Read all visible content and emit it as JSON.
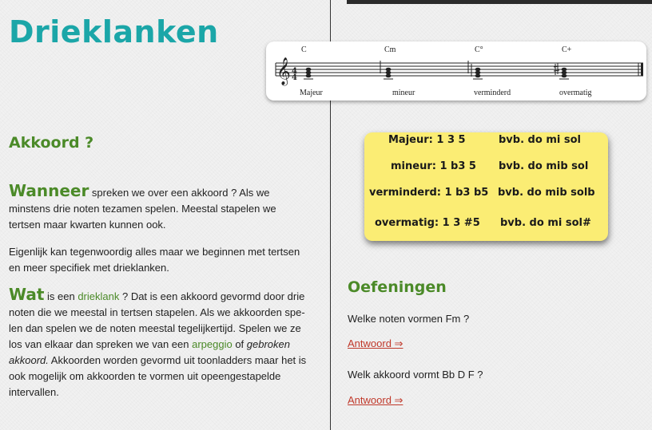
{
  "title": "Drieklanken",
  "chords": {
    "names": [
      "C",
      "Cm",
      "C°",
      "C+"
    ],
    "qualities": [
      "Majeur",
      "mineur",
      "verminderd",
      "overmatig"
    ]
  },
  "left": {
    "heading": "Akkoord ?",
    "p1_lead": "Wanneer",
    "p1_text": " spreken we over een akkoord ? Als we minstens drie noten tezamen spelen. Meestal stapelen we tertsen maar kwarten kunnen ook.",
    "p2_text": "Eigenlijk kan tegenwoordig alles maar we beginnen met tertsen en meer specifiek met drieklanken.",
    "p3_lead": "Wat",
    "p3_a": " is een ",
    "p3_link1": "drieklank",
    "p3_b": " ? Dat is een akkoord gevormd door drie noten die we meestal in tertsen stapelen. Als we akkoorden spe-len dan spelen we de noten meestal tegelijkertijd. Spelen we ze los van elkaar dan spreken we van een ",
    "p3_link2": "arpeggio",
    "p3_c": " of ",
    "p3_ital": "gebroken akkoord.",
    "p3_d": " Akkoorden worden gevormd uit toonladders maar het is ook mogelijk om akkoorden te vormen uit opeengestapelde intervallen."
  },
  "note_card": {
    "rows": [
      {
        "label": "Majeur: 1 3 5",
        "example": "bvb. do mi sol"
      },
      {
        "label": "mineur: 1 b3 5",
        "example": "bvb. do mib sol"
      },
      {
        "label": "verminderd: 1 b3 b5",
        "example": "bvb. do mib solb"
      },
      {
        "label": "overmatig: 1 3 #5",
        "example": "bvb. do mi sol#"
      }
    ]
  },
  "exercises": {
    "heading": "Oefeningen",
    "q1": "Welke noten vormen Fm ?",
    "a1": "Antwoord ⇒",
    "q2": "Welk akkoord vormt Bb  D  F ?",
    "a2": "Antwoord ⇒"
  }
}
